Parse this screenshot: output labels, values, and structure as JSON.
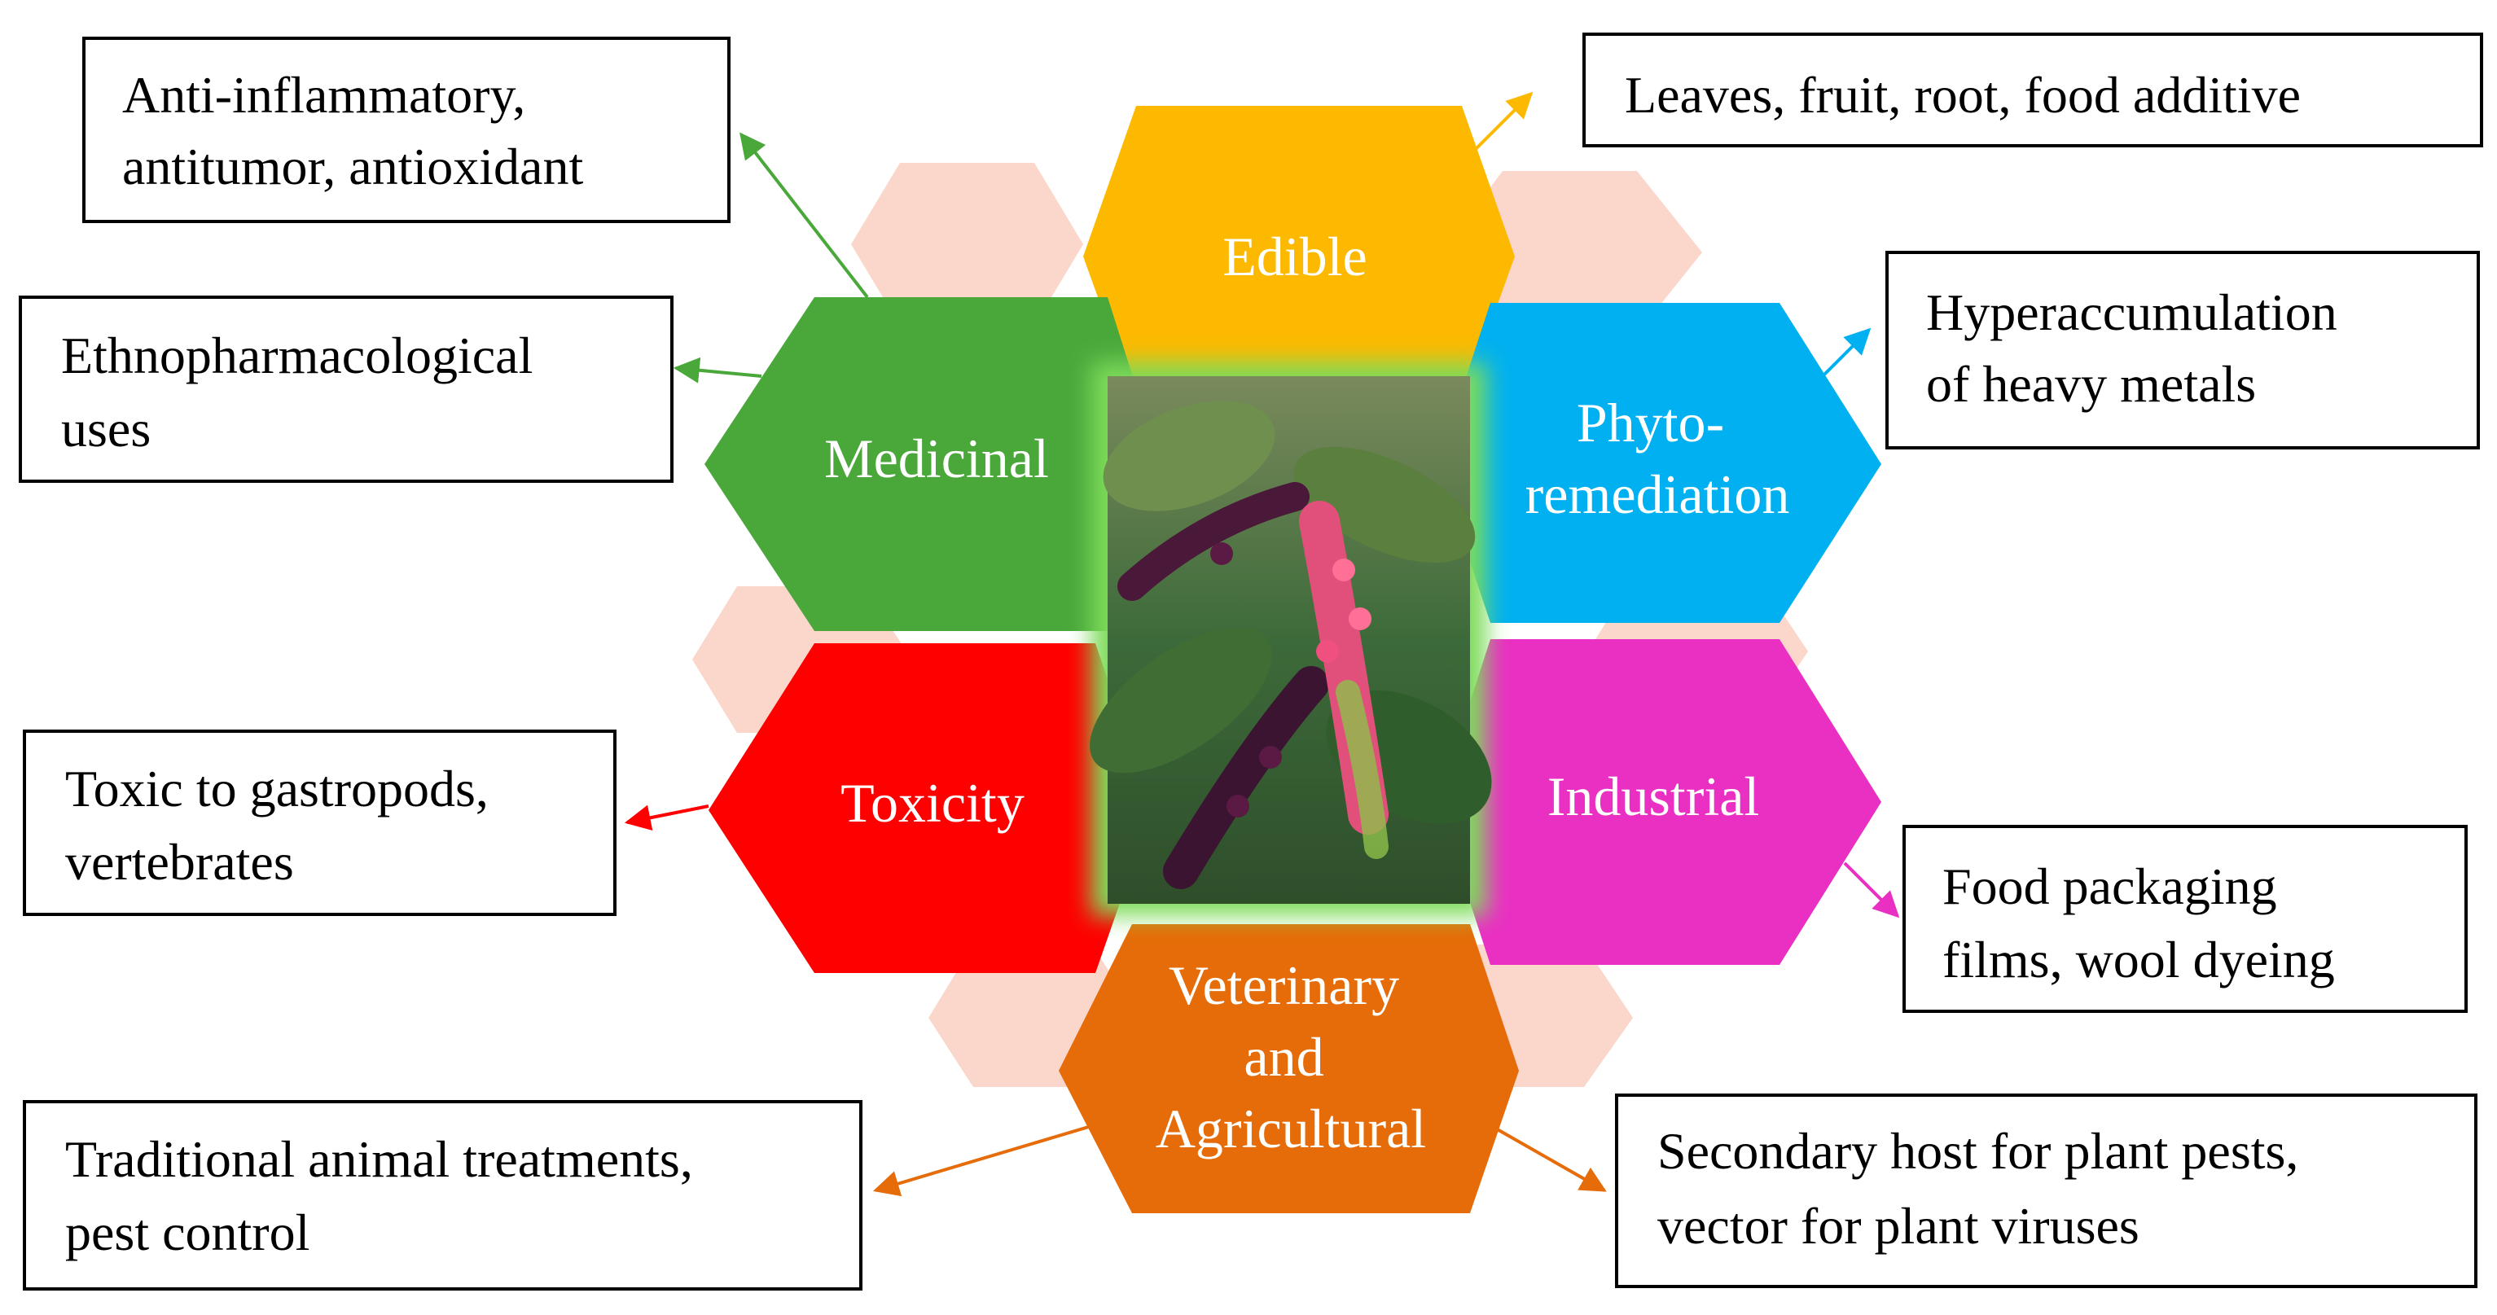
{
  "colors": {
    "background": "#ffffff",
    "edible": "#fcb900",
    "medicinal": "#4aa83b",
    "phytoremediation": "#00b0f0",
    "toxicity": "#fe0000",
    "industrial": "#ea2fc3",
    "veterinary": "#e56c08",
    "background_hex": "#fbd6cb",
    "photo_glow": "#7ddc5a"
  },
  "center_image": {
    "icon": "pokeweed-photo"
  },
  "hexagons": {
    "edible": {
      "label_lines": [
        "Edible"
      ]
    },
    "medicinal": {
      "label_lines": [
        "Medicinal"
      ]
    },
    "phytoremediation": {
      "label_lines": [
        "Phyto-",
        "remediation"
      ]
    },
    "toxicity": {
      "label_lines": [
        "Toxicity"
      ]
    },
    "industrial": {
      "label_lines": [
        "Industrial"
      ]
    },
    "veterinary": {
      "label_lines": [
        "Veterinary",
        "and",
        "Agricultural"
      ]
    }
  },
  "boxes": {
    "anti_inflammatory": {
      "lines": [
        "Anti-inflammatory,",
        "antitumor, antioxidant"
      ]
    },
    "ethnopharmacological": {
      "lines": [
        "Ethnopharmacological",
        "uses"
      ]
    },
    "leaves": {
      "lines": [
        "Leaves, fruit, root, food additive"
      ]
    },
    "hyperaccumulation": {
      "lines": [
        "Hyperaccumulation",
        "of heavy metals"
      ]
    },
    "toxic": {
      "lines": [
        "Toxic to gastropods,",
        "vertebrates"
      ]
    },
    "food_packaging": {
      "lines": [
        "Food packaging",
        "films, wool dyeing"
      ]
    },
    "traditional": {
      "lines": [
        "Traditional animal treatments,",
        "pest control"
      ]
    },
    "secondary_host": {
      "lines": [
        "Secondary host for plant pests,",
        "vector for plant viruses"
      ]
    }
  }
}
